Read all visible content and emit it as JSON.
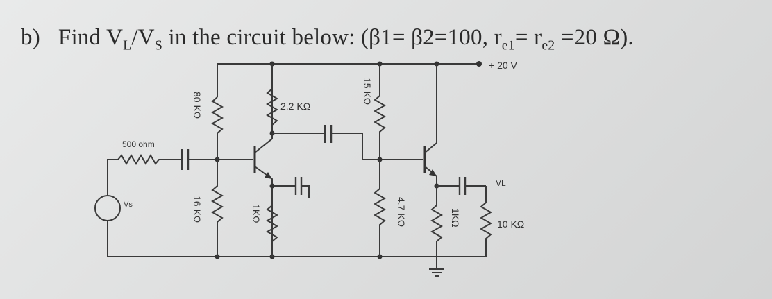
{
  "question": {
    "label": "b)",
    "prefix": "Find V",
    "vl_sub": "L",
    "mid": "/V",
    "vs_sub": "S",
    "suffix": " in the circuit below: (β1= β2=100, r",
    "re1_sub": "e1",
    "eq": "= r",
    "re2_sub": "e2",
    "end": " =20 Ω)."
  },
  "circuit": {
    "supply": "+ 20 V",
    "source_resistor": "500 ohm",
    "source": "Vs",
    "r_bias_top": "80 KΩ",
    "r_bias_bottom": "16 KΩ",
    "r_collector1": "2.2 KΩ",
    "r_emitter1": "1KΩ",
    "r_bias2_top": "15 KΩ",
    "r_bias2_bottom": "4.7 KΩ",
    "r_emitter2": "1KΩ",
    "r_load": "10 KΩ",
    "output": "VL"
  }
}
